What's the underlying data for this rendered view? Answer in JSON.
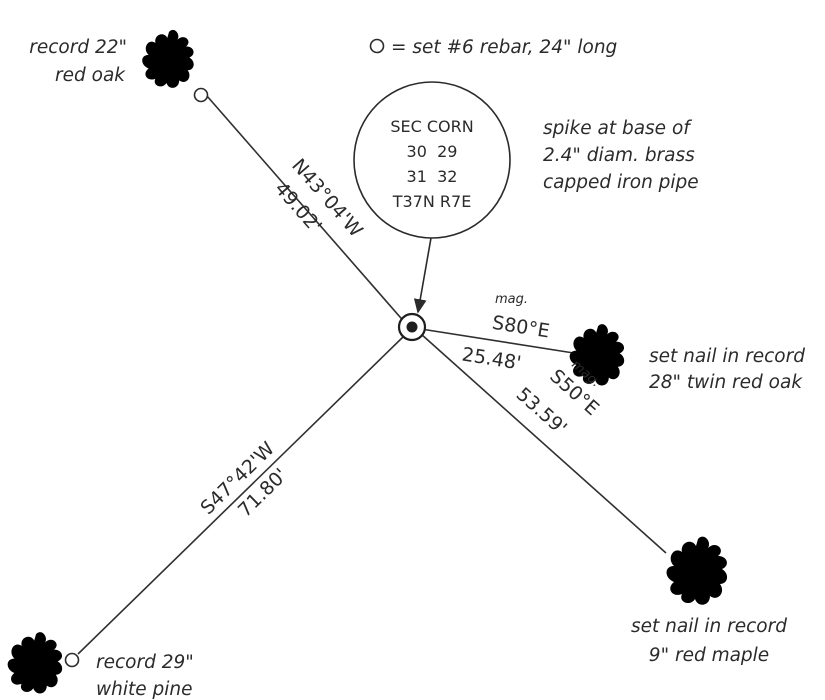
{
  "legend": {
    "text": "= set #6 rebar, 24\" long",
    "symbol": "rebar-circle"
  },
  "monument": {
    "lines": [
      "SEC CORN",
      "30  29",
      "31  32",
      "T37N R7E"
    ],
    "note": [
      "spike at base of",
      "2.4\" diam. brass",
      "capped iron pipe"
    ]
  },
  "ties": [
    {
      "id": "nw",
      "bearing": "N43°04'W",
      "distance": "49.02'",
      "mag": "",
      "object": [
        "record 22\"",
        "red oak"
      ]
    },
    {
      "id": "e",
      "bearing": "S80°E",
      "distance": "25.48'",
      "mag": "mag.",
      "object": [
        "set nail in record",
        "28\" twin red oak"
      ]
    },
    {
      "id": "se",
      "bearing": "S50°E",
      "distance": "53.59'",
      "mag": "mag.",
      "object": [
        "set nail in record",
        "9\" red maple"
      ]
    },
    {
      "id": "sw",
      "bearing": "S47°42'W",
      "distance": "71.80'",
      "mag": "",
      "object": [
        "record 29\"",
        "white pine"
      ]
    }
  ]
}
